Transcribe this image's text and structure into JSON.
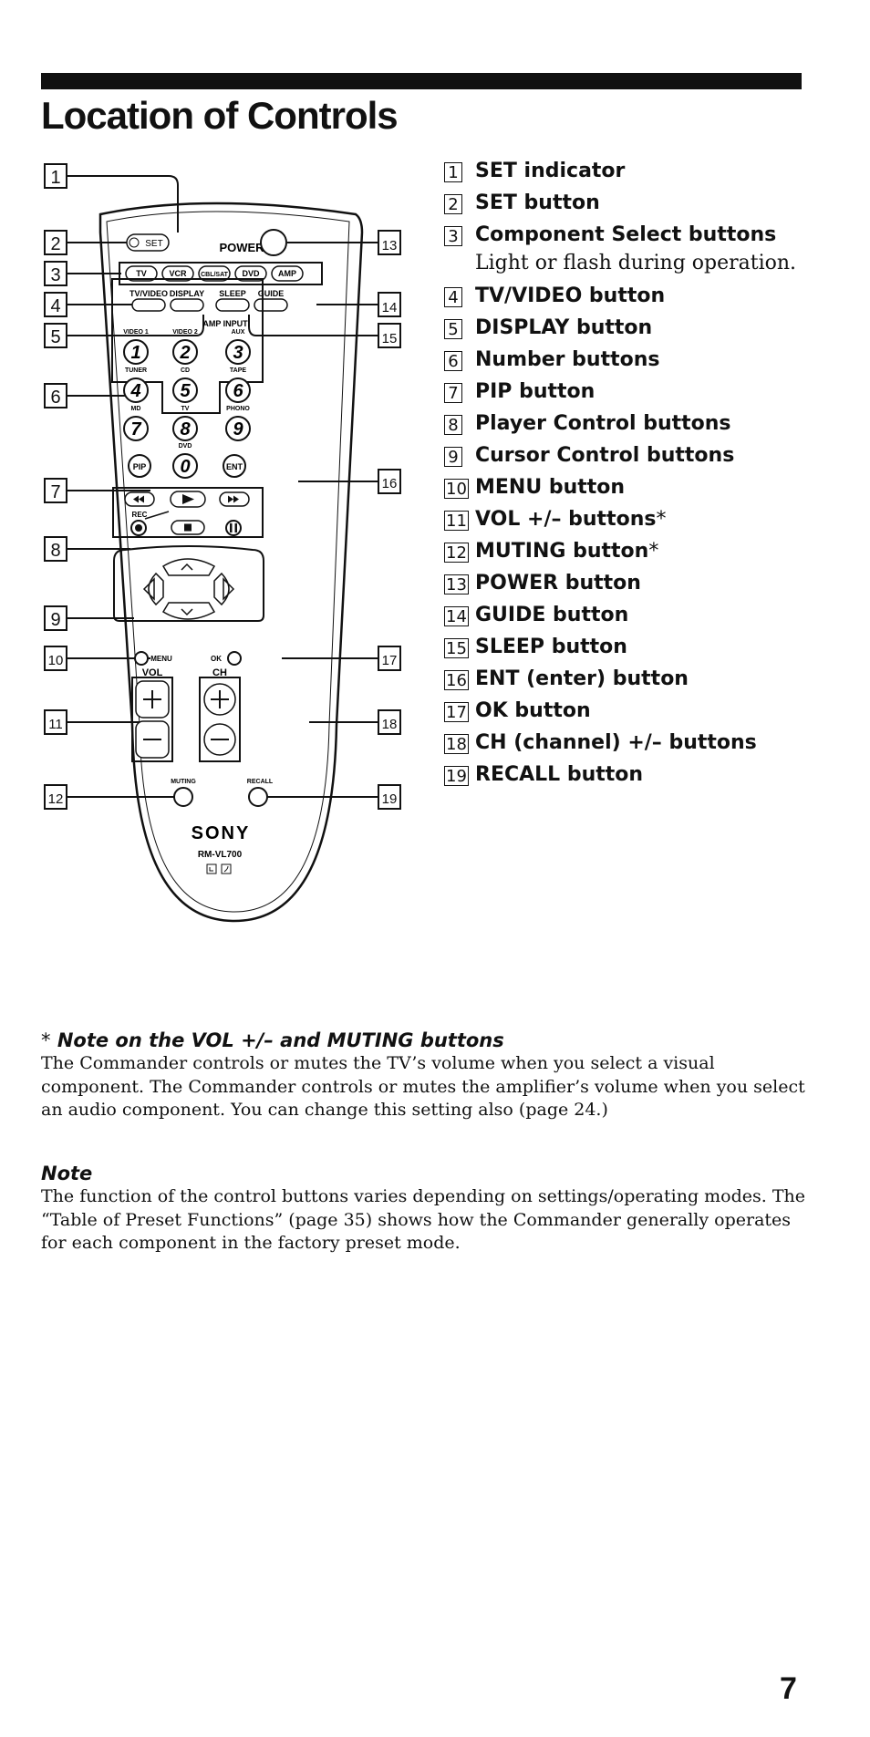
{
  "page": {
    "title": "Location of Controls",
    "page_number": "7"
  },
  "callouts": [
    {
      "num": "1",
      "label": "SET indicator"
    },
    {
      "num": "2",
      "label": "SET button"
    },
    {
      "num": "3",
      "label": "Component Select buttons",
      "sub": "Light or flash during operation."
    },
    {
      "num": "4",
      "label": "TV/VIDEO button"
    },
    {
      "num": "5",
      "label": "DISPLAY button"
    },
    {
      "num": "6",
      "label": "Number buttons"
    },
    {
      "num": "7",
      "label": "PIP button"
    },
    {
      "num": "8",
      "label": "Player Control buttons"
    },
    {
      "num": "9",
      "label": "Cursor Control buttons"
    },
    {
      "num": "10",
      "label": "MENU button"
    },
    {
      "num": "11",
      "label": "VOL +/– buttons",
      "ast": "*"
    },
    {
      "num": "12",
      "label": "MUTING button",
      "ast": "*"
    },
    {
      "num": "13",
      "label": "POWER button"
    },
    {
      "num": "14",
      "label": "GUIDE button"
    },
    {
      "num": "15",
      "label": "SLEEP button"
    },
    {
      "num": "16",
      "label": "ENT (enter) button"
    },
    {
      "num": "17",
      "label": "OK button"
    },
    {
      "num": "18",
      "label": "CH (channel) +/– buttons"
    },
    {
      "num": "19",
      "label": "RECALL button"
    }
  ],
  "remote": {
    "set": "SET",
    "power": "POWER",
    "components": [
      "TV",
      "VCR",
      "CBL/SAT",
      "DVD",
      "AMP"
    ],
    "func_labels": [
      "TV/VIDEO",
      "DISPLAY",
      "SLEEP",
      "GUIDE"
    ],
    "amp_input": "AMP INPUT",
    "input_labels": [
      "VIDEO 1",
      "VIDEO 2",
      "AUX",
      "TUNER",
      "CD",
      "TAPE",
      "MD",
      "TV",
      "PHONO",
      "DVD"
    ],
    "digits": [
      "1",
      "2",
      "3",
      "4",
      "5",
      "6",
      "7",
      "8",
      "9",
      "0"
    ],
    "pip": "PIP",
    "ent": "ENT",
    "rec": "REC",
    "menu": "MENU",
    "ok": "OK",
    "vol": "VOL",
    "ch": "CH",
    "muting": "MUTING",
    "recall": "RECALL",
    "brand": "SONY",
    "model": "RM-VL700"
  },
  "notes": [
    {
      "star": "*",
      "heading": "Note on the VOL +/– and MUTING buttons",
      "text": "The Commander controls or mutes the TV’s volume when you select a visual component. The Commander controls or mutes the amplifier’s volume when you select an audio component. You can change this setting also (page 24.)"
    },
    {
      "heading": "Note",
      "text": "The function of the control buttons varies depending on settings/operating modes. The “Table of Preset Functions” (page 35) shows how the Commander generally operates for each component in the factory preset mode."
    }
  ]
}
